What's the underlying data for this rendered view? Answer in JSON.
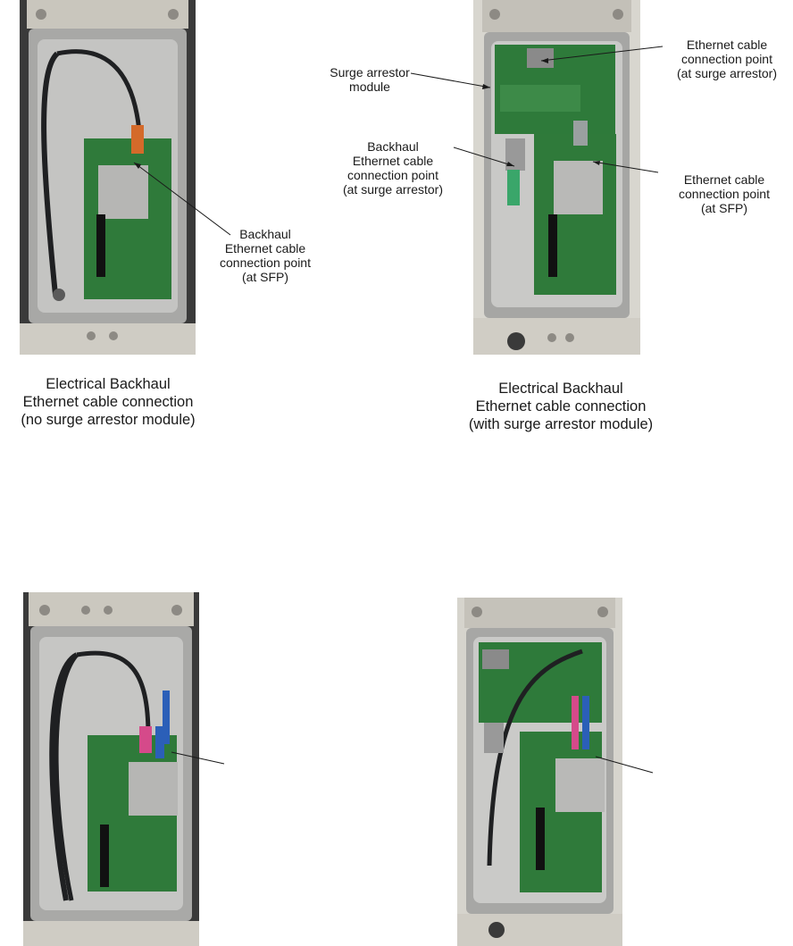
{
  "figure_top_left": {
    "callout": [
      "Backhaul",
      "Ethernet cable",
      "connection point",
      "(at SFP)"
    ],
    "caption": [
      "Electrical Backhaul",
      "Ethernet cable connection",
      "(no surge arrestor module)"
    ]
  },
  "figure_top_right": {
    "callout_surge": [
      "Surge arrestor",
      "module"
    ],
    "callout_eth_surge": [
      "Ethernet cable",
      "connection point",
      "(at surge arrestor)"
    ],
    "callout_backhaul": [
      "Backhaul",
      "Ethernet cable",
      "connection point",
      "(at surge arrestor)"
    ],
    "callout_eth_sfp": [
      "Ethernet cable",
      "connection point",
      "(at SFP)"
    ],
    "caption": [
      "Electrical Backhaul",
      "Ethernet cable connection",
      "(with surge arrestor module)"
    ]
  }
}
